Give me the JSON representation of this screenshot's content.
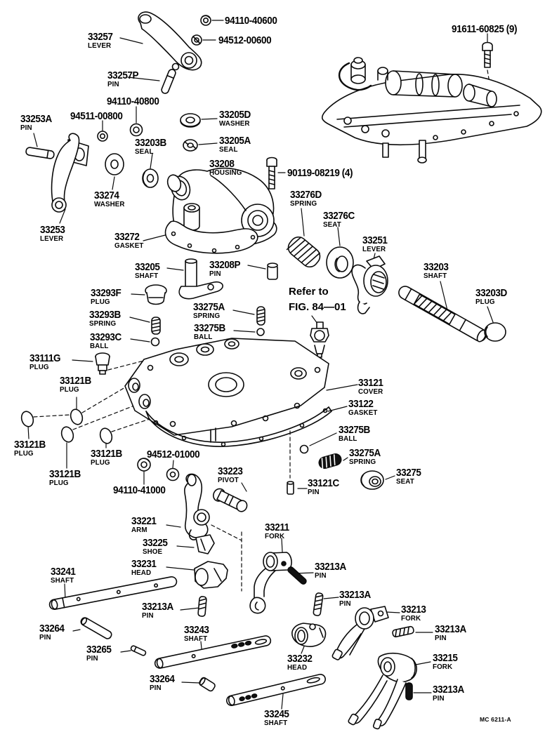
{
  "page": {
    "background": "#ffffff",
    "ink": "#0a0a0a",
    "footer_code": "MC 6211-A",
    "note": {
      "line1": "Refer to",
      "line2": "FIG. 84—01"
    }
  },
  "labels": [
    {
      "num": "94110-40600",
      "name": ""
    },
    {
      "num": "33257",
      "name": "LEVER"
    },
    {
      "num": "94512-00600",
      "name": ""
    },
    {
      "num": "33257P",
      "name": "PIN"
    },
    {
      "num": "91611-60825 (9)",
      "name": ""
    },
    {
      "num": "94110-40800",
      "name": ""
    },
    {
      "num": "94511-00800",
      "name": ""
    },
    {
      "num": "33253A",
      "name": "PIN"
    },
    {
      "num": "33205D",
      "name": "WASHER"
    },
    {
      "num": "33203B",
      "name": "SEAL"
    },
    {
      "num": "33205A",
      "name": "SEAL"
    },
    {
      "num": "33208",
      "name": "HOUSING"
    },
    {
      "num": "90119-08219 (4)",
      "name": ""
    },
    {
      "num": "33274",
      "name": "WASHER"
    },
    {
      "num": "33253",
      "name": "LEVER"
    },
    {
      "num": "33272",
      "name": "GASKET"
    },
    {
      "num": "33276D",
      "name": "SPRING"
    },
    {
      "num": "33276C",
      "name": "SEAT"
    },
    {
      "num": "33251",
      "name": "LEVER"
    },
    {
      "num": "33203",
      "name": "SHAFT"
    },
    {
      "num": "33203D",
      "name": "PLUG"
    },
    {
      "num": "33205",
      "name": "SHAFT"
    },
    {
      "num": "33208P",
      "name": "PIN"
    },
    {
      "num": "33293F",
      "name": "PLUG"
    },
    {
      "num": "33293B",
      "name": "SPRING"
    },
    {
      "num": "33293C",
      "name": "BALL"
    },
    {
      "num": "33275A",
      "name": "SPRING"
    },
    {
      "num": "33275B",
      "name": "BALL"
    },
    {
      "num": "33111G",
      "name": "PLUG"
    },
    {
      "num": "33121B",
      "name": "PLUG"
    },
    {
      "num": "33121",
      "name": "COVER"
    },
    {
      "num": "33122",
      "name": "GASKET"
    },
    {
      "num": "33275B",
      "name": "BALL"
    },
    {
      "num": "33275A",
      "name": "SPRING"
    },
    {
      "num": "33275",
      "name": "SEAT"
    },
    {
      "num": "33121C",
      "name": "PIN"
    },
    {
      "num": "33121B",
      "name": "PLUG"
    },
    {
      "num": "33121B",
      "name": "PLUG"
    },
    {
      "num": "33121B",
      "name": "PLUG"
    },
    {
      "num": "94512-01000",
      "name": ""
    },
    {
      "num": "94110-41000",
      "name": ""
    },
    {
      "num": "33223",
      "name": "PIVOT"
    },
    {
      "num": "33221",
      "name": "ARM"
    },
    {
      "num": "33225",
      "name": "SHOE"
    },
    {
      "num": "33231",
      "name": "HEAD"
    },
    {
      "num": "33211",
      "name": "FORK"
    },
    {
      "num": "33241",
      "name": "SHAFT"
    },
    {
      "num": "33213A",
      "name": "PIN"
    },
    {
      "num": "33213A",
      "name": "PIN"
    },
    {
      "num": "33213A",
      "name": "PIN"
    },
    {
      "num": "33264",
      "name": "PIN"
    },
    {
      "num": "33265",
      "name": "PIN"
    },
    {
      "num": "33243",
      "name": "SHAFT"
    },
    {
      "num": "33213",
      "name": "FORK"
    },
    {
      "num": "33213A",
      "name": "PIN"
    },
    {
      "num": "33215",
      "name": "FORK"
    },
    {
      "num": "33213A",
      "name": "PIN"
    },
    {
      "num": "33232",
      "name": "HEAD"
    },
    {
      "num": "33264",
      "name": "PIN"
    },
    {
      "num": "33245",
      "name": "SHAFT"
    }
  ]
}
